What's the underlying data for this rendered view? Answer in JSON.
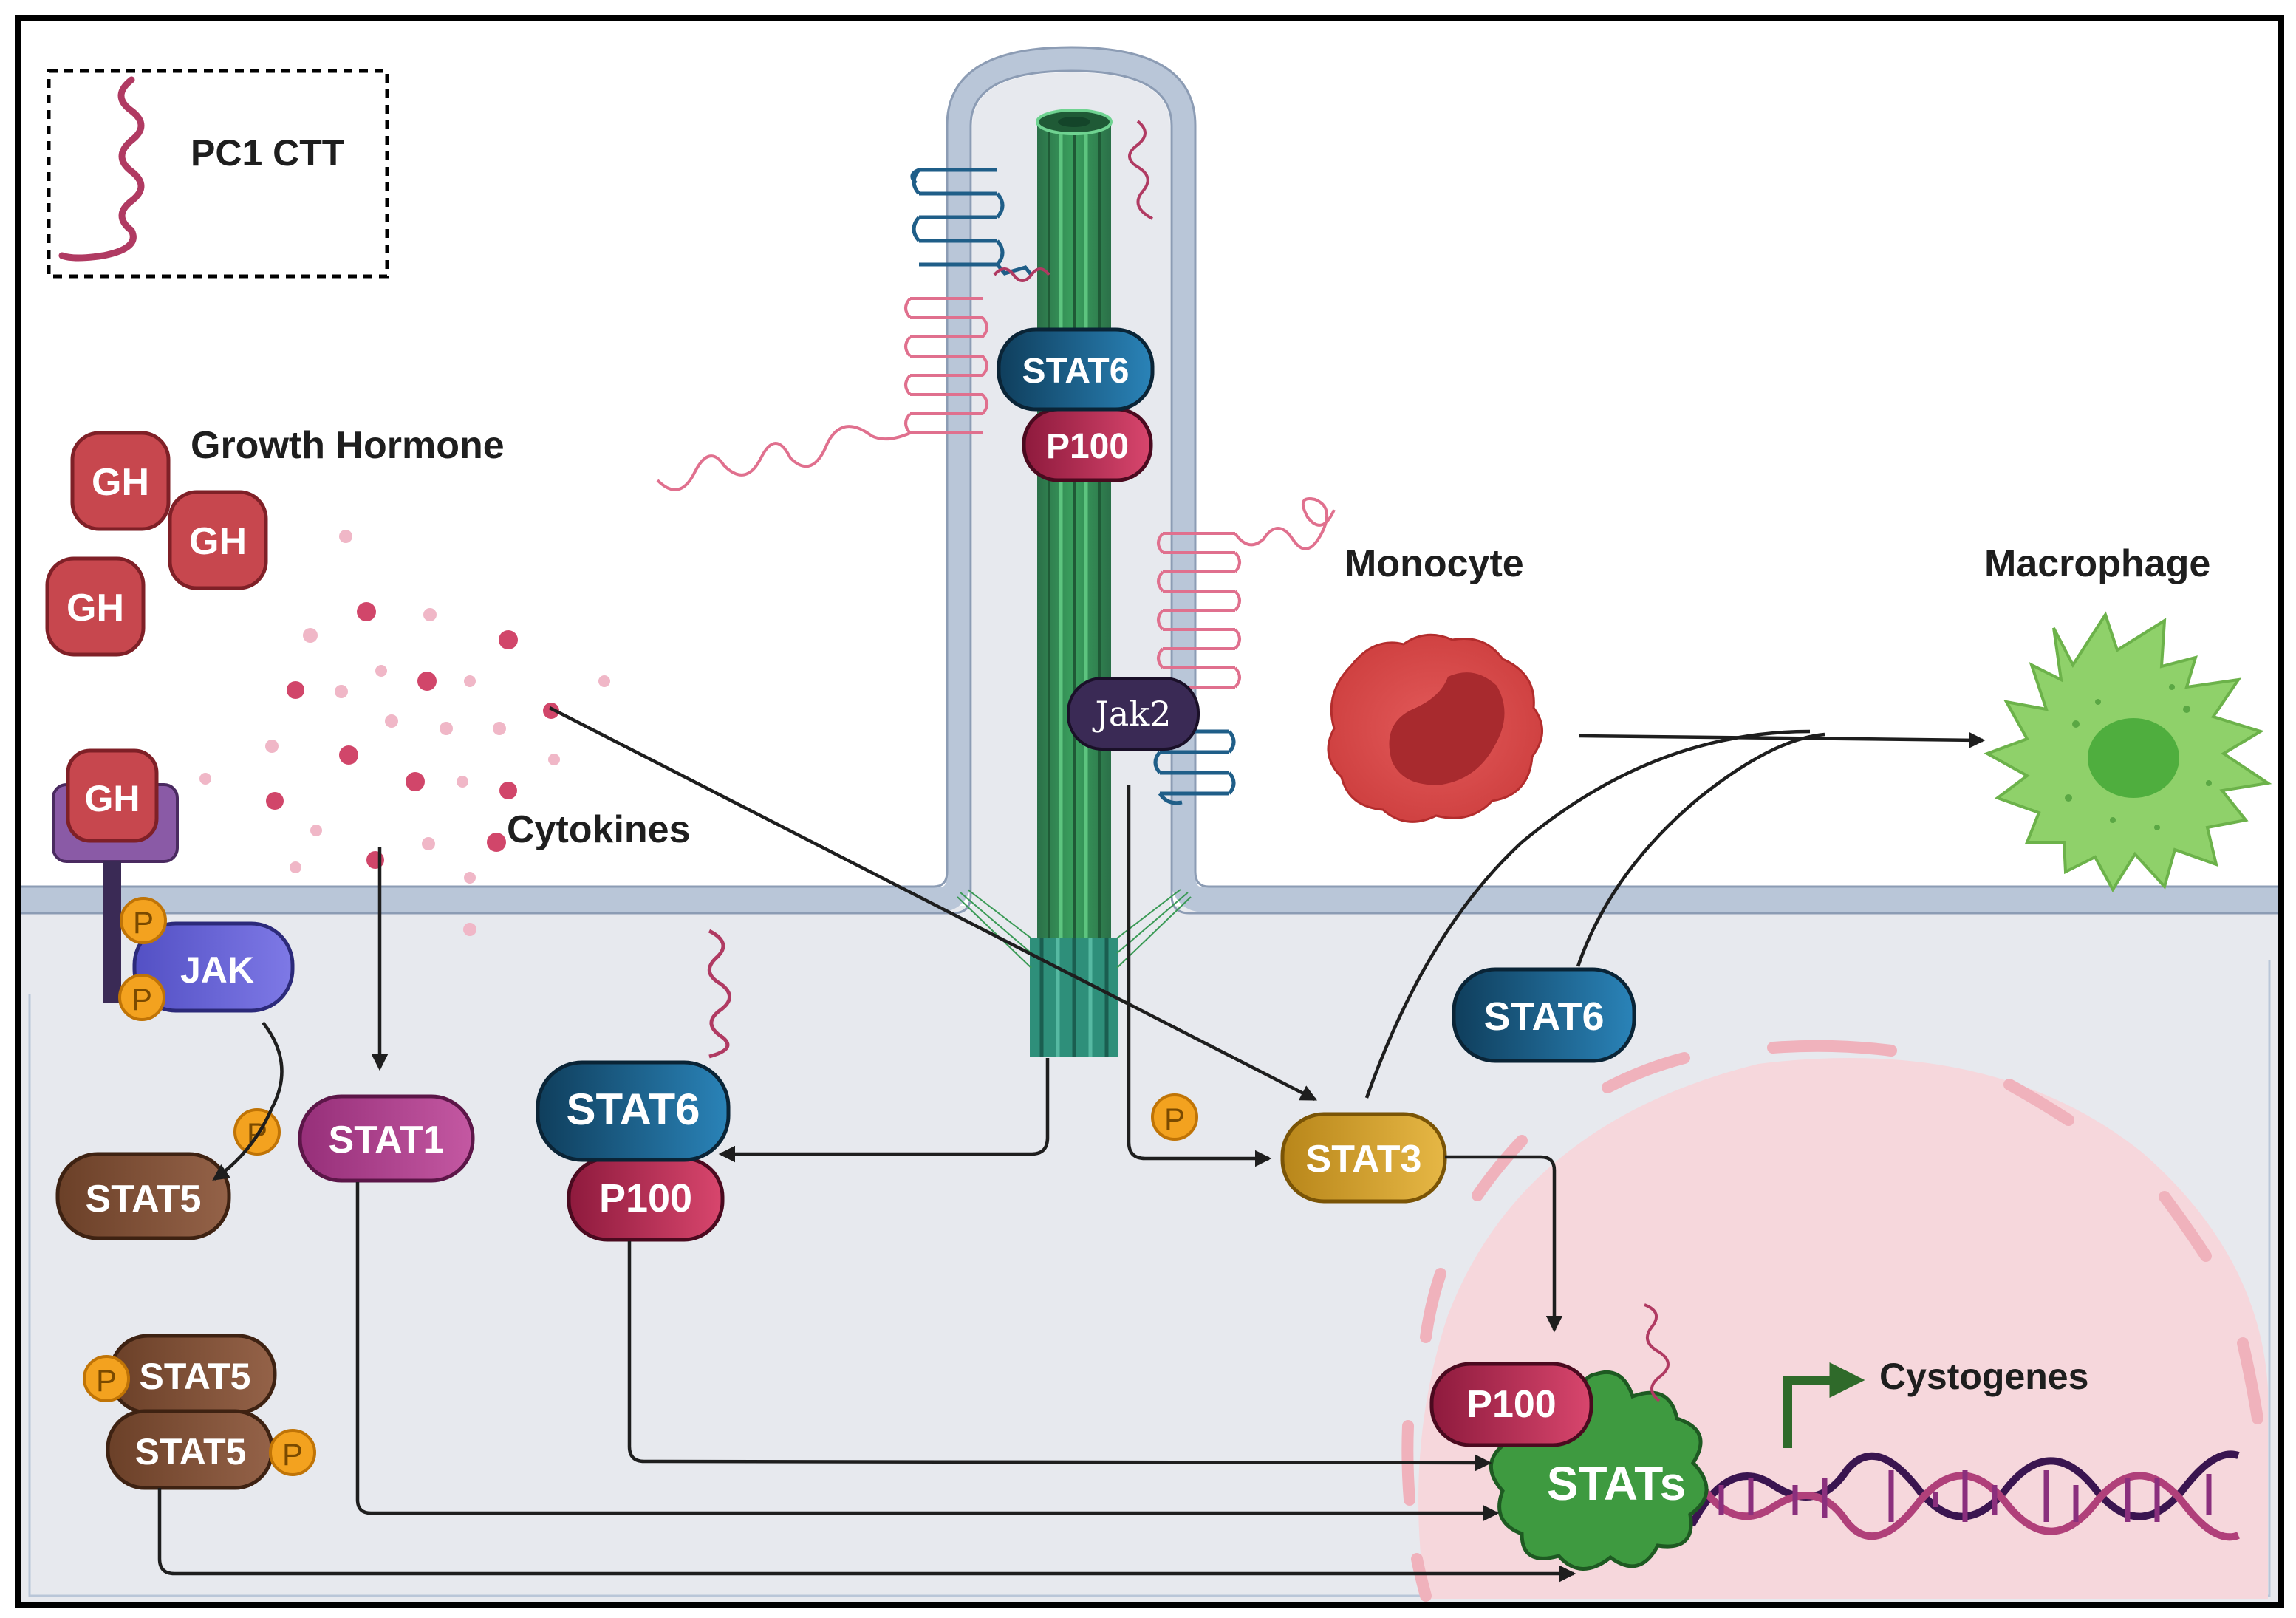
{
  "legend": {
    "label": "PC1 CTT"
  },
  "labels": {
    "growth_hormone": "Growth Hormone",
    "cytokines": "Cytokines",
    "monocyte": "Monocyte",
    "macrophage": "Macrophage",
    "cystogenes": "Cystogenes"
  },
  "molecules": {
    "gh": "GH",
    "jak": "JAK",
    "jak2": "Jak2",
    "p": "P",
    "stat1": "STAT1",
    "stat3": "STAT3",
    "stat5": "STAT5",
    "stat6": "STAT6",
    "p100": "P100",
    "stats": "STATs"
  },
  "colors": {
    "cytoplasm": "#e7e9ee",
    "membrane": "#b9c6d8",
    "gh": "#c7474e",
    "jak": "#6a64d4",
    "receptor": "#8a5aa6",
    "phospho": "#f3a21f",
    "stat1": "#b2468f",
    "stat3": "#d6a42a",
    "stat5": "#7e5138",
    "stat6": "#1f5e88",
    "p100": "#b8264f",
    "jak2": "#3a2a55",
    "stats": "#3e9a40",
    "cilium": "#2f8a4e",
    "pc1_ctt": "#b03a62",
    "monocyte": "#d94848",
    "macrophage": "#8fd16a",
    "nucleus": "#f6d7dc",
    "dna": "#8a2f7d"
  }
}
